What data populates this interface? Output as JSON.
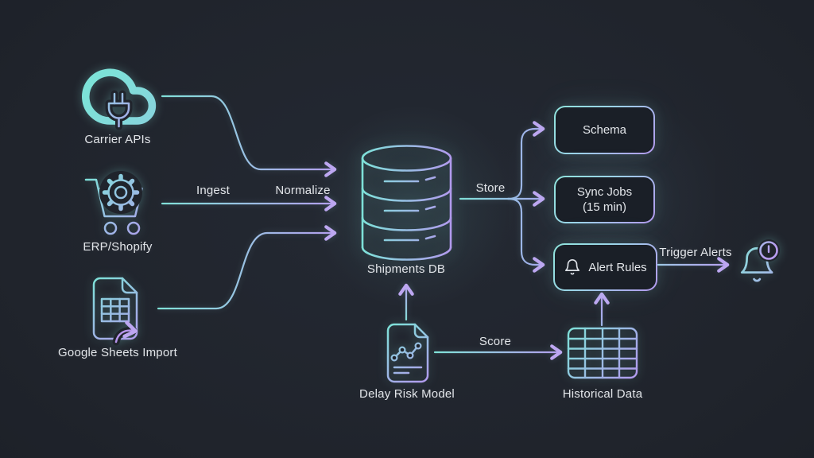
{
  "colors": {
    "background": "#20242c",
    "accent_cyan": "#7de2d8",
    "accent_purple": "#b398ee",
    "text": "#e2e5e9"
  },
  "diagram": {
    "sources": [
      {
        "label": "Carrier APIs",
        "icon": "cloud-plug-icon"
      },
      {
        "label": "ERP/Shopify",
        "icon": "cart-gear-icon"
      },
      {
        "label": "Google Sheets Import",
        "icon": "spreadsheet-import-icon"
      }
    ],
    "database": {
      "label": "Shipments DB",
      "icon": "database-icon"
    },
    "flow_labels": {
      "ingest": "Ingest",
      "normalize": "Normalize",
      "store": "Store",
      "score": "Score",
      "trigger": "Trigger Alerts"
    },
    "outputs": [
      {
        "label": "Schema"
      },
      {
        "label": "Sync Jobs",
        "sublabel": "(15 min)"
      },
      {
        "label": "Alert Rules",
        "icon": "bell-icon"
      }
    ],
    "analytics": [
      {
        "label": "Delay Risk Model",
        "icon": "chart-document-icon"
      },
      {
        "label": "Historical Data",
        "icon": "table-icon"
      }
    ],
    "notification": {
      "icon": "bell-alert-icon"
    }
  }
}
